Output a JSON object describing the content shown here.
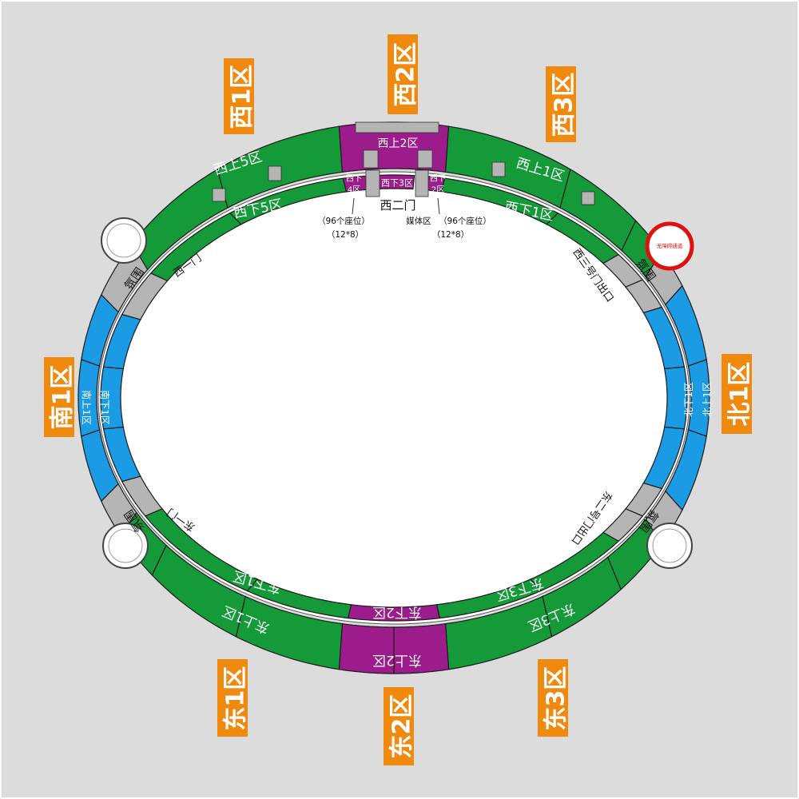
{
  "colors": {
    "green": "#159a3a",
    "blue": "#1a9be3",
    "purple": "#9c1c8c",
    "gray": "#b5b5b5",
    "orange": "#f08a0e",
    "red": "#e01010",
    "background": "#dcdcdc"
  },
  "zones": {
    "west1": "西1区",
    "west2": "西2区",
    "west3": "西3区",
    "south1": "南1区",
    "north1": "北1区",
    "east1": "东1区",
    "east2": "东2区",
    "east3": "东3区"
  },
  "sections": {
    "west_upper5": "西上5区",
    "west_lower5": "西下5区",
    "west_upper2": "西上2区",
    "west_lower4_a": "西下",
    "west_lower4_b": "4区",
    "west_lower3": "西下3区",
    "west_lower2_a": "西下",
    "west_lower2_b": "2区",
    "west_upper1": "西上1区",
    "west_lower1": "西下1区",
    "south_upper1": "南上1区",
    "south_lower1": "南下1区",
    "north_upper1": "北上1区",
    "north_lower1": "北下1区",
    "east_lower1": "东下1区",
    "east_upper1": "东上1区",
    "east_lower2": "东下2区",
    "east_upper2": "东上2区",
    "east_lower3": "东下3区",
    "east_upper3": "东上3区"
  },
  "gates": {
    "west2": "西二门",
    "west1": "西一门",
    "west3_exit": "西三号门出口",
    "east1": "东一门",
    "east2_exit": "东二号门出口"
  },
  "atmosphere": "氛围",
  "notes": {
    "seats_left": "（96个座位）",
    "grid_left": "（12*8）",
    "media": "媒体区",
    "seats_right": "（96个座位）",
    "grid_right": "（12*8）"
  },
  "accessible": "无障碍通道"
}
